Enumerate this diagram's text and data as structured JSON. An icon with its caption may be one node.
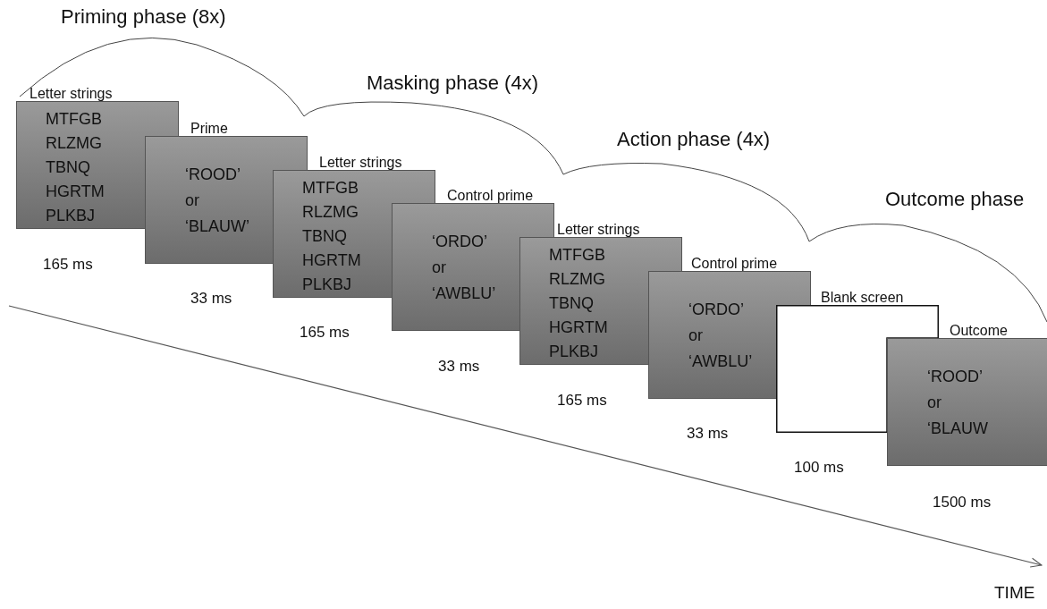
{
  "diagram": {
    "nodes": [
      {
        "text": [
          "Letter strings",
          "MTFGB RLZMG TBNQ HGRTM PLKBJ"
        ],
        "beside": [
          "165 ms"
        ]
      },
      {
        "text": [
          "Prime",
          "‘ROOD’ or ‘BLAUW’"
        ],
        "beside": [
          "33 ms"
        ]
      },
      {
        "text": [
          "Letter strings",
          "MTFGB RLZMG TBNQ HGRTM PLKBJ"
        ],
        "beside": [
          "165 ms"
        ]
      },
      {
        "text": [
          "Control prime",
          "‘ORDO’ or ‘AWBLU’"
        ],
        "beside": [
          "33 ms"
        ]
      },
      {
        "text": [
          "Letter strings",
          "MTFGB RLZMG TBNQ HGRTM PLKBJ"
        ],
        "beside": [
          "165 ms"
        ]
      },
      {
        "text": [
          "Control prime",
          "‘ORDO’ or ‘AWBLU’"
        ],
        "beside": [
          "33 ms"
        ]
      },
      {
        "text": [
          "Blank screen"
        ],
        "beside": [
          "100 ms"
        ]
      },
      {
        "text": [
          "Outcome",
          "‘ROOD’ or ‘BLAUW"
        ],
        "beside": [
          "1500 ms"
        ]
      }
    ],
    "labels": [
      "Priming phase (8x)",
      "Masking phase (4x)",
      "Action phase (4x)",
      "Outcome phase",
      "TIME"
    ]
  }
}
